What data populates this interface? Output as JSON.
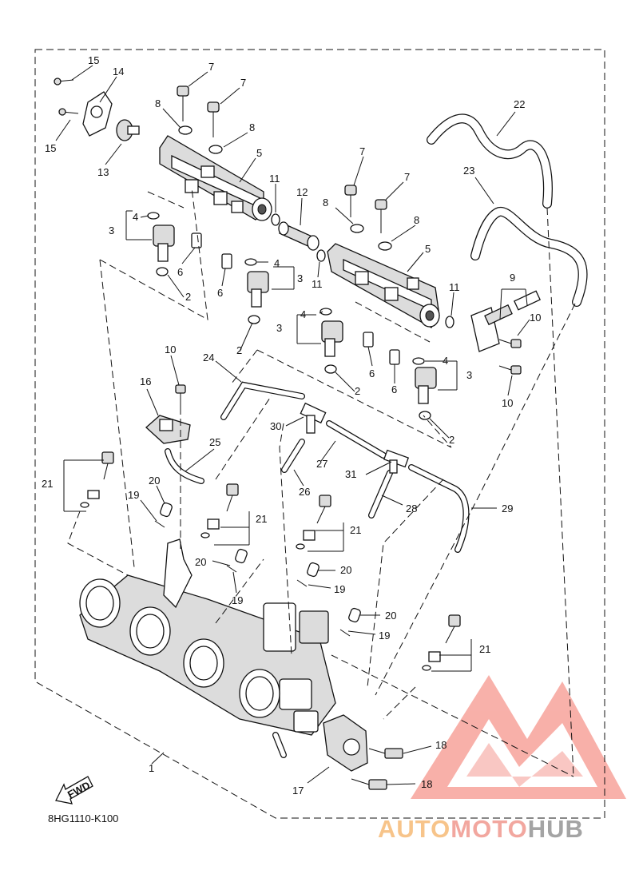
{
  "diagram": {
    "code": "8HG1110-K100",
    "fwd_label": "FWD",
    "callouts": [
      "1",
      "2",
      "3",
      "4",
      "5",
      "6",
      "7",
      "8",
      "9",
      "10",
      "11",
      "12",
      "13",
      "14",
      "15",
      "16",
      "17",
      "18",
      "19",
      "20",
      "21",
      "22",
      "23",
      "24",
      "25",
      "26",
      "27",
      "28",
      "29",
      "30",
      "31"
    ]
  },
  "watermark": {
    "part1": "AUTO",
    "part2": "MOTO",
    "part3": "HUB",
    "colors": {
      "auto": "#f7c48a",
      "moto": "#f2a79f",
      "hub": "#a4a4a4",
      "logo": "#f28b82"
    }
  }
}
